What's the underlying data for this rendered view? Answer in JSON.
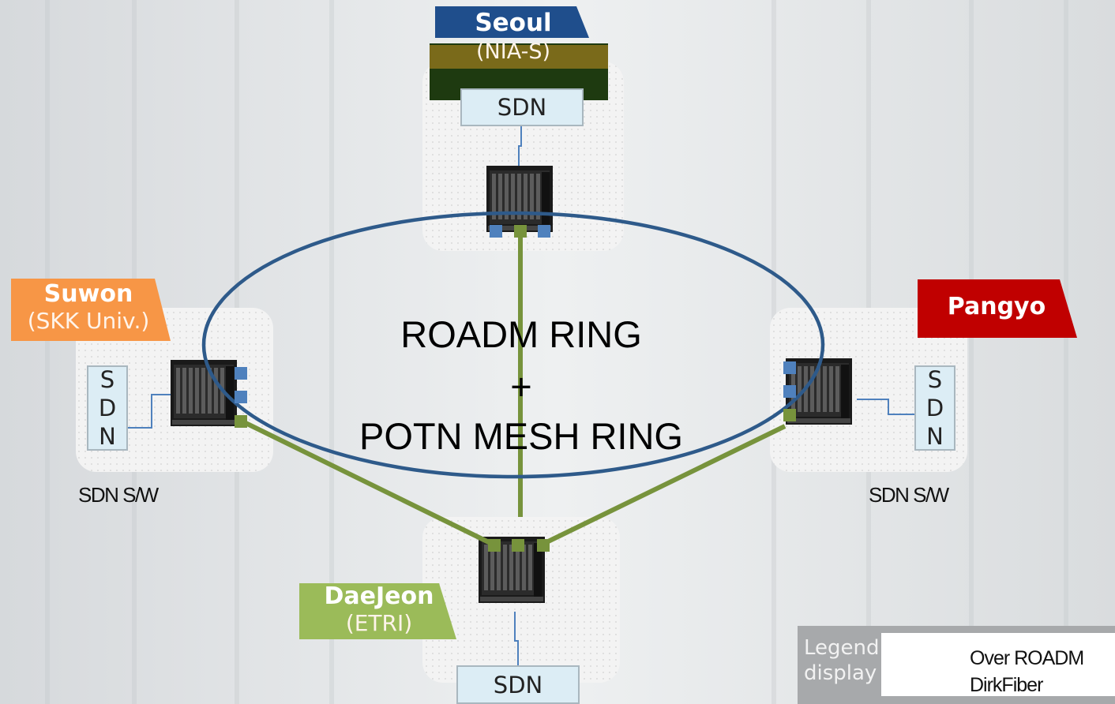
{
  "nodes": {
    "seoul": {
      "name": "Seoul",
      "sub": "(NIA-S)",
      "color": "#1f4e8c"
    },
    "suwon": {
      "name": "Suwon",
      "sub": "(SKK Univ.)",
      "color": "#f79646"
    },
    "pangyo": {
      "name": "Pangyo",
      "sub": "",
      "color": "#c00000"
    },
    "daejeon": {
      "name": "DaeJeon",
      "sub": "(ETRI)",
      "color": "#9bbb59"
    }
  },
  "sdn": {
    "seoul": "SDN",
    "daejeon": "SDN",
    "suwon": [
      "S",
      "D",
      "N"
    ],
    "pangyo": [
      "S",
      "D",
      "N"
    ]
  },
  "switch_labels": {
    "left": "SDN S/W",
    "right": "SDN S/W"
  },
  "ring": {
    "line1": "ROADM RING",
    "plus": "+",
    "line2": "POTN MESH RING"
  },
  "legend": {
    "title_line1": "Legend",
    "title_line2": "display",
    "items": [
      {
        "label": "Over ROADM",
        "color": "#77933c"
      },
      {
        "label": "DirkFiber",
        "color": "#4f81bd"
      }
    ]
  },
  "colors": {
    "ring": "#2e5a8a",
    "over_roadm": "#77933c",
    "dark_fiber": "#4f81bd"
  }
}
